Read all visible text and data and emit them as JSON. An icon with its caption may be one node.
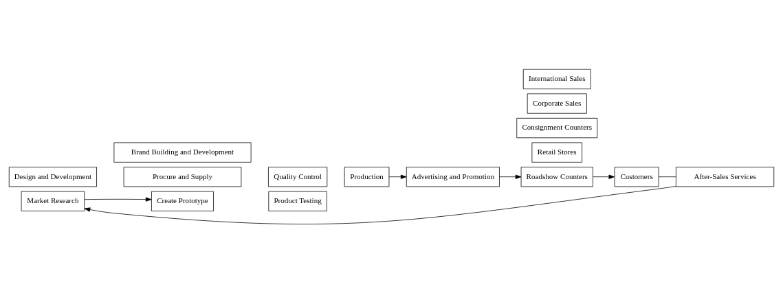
{
  "diagram": {
    "nodes": [
      {
        "text": [
          "Design and Development"
        ]
      },
      {
        "text": [
          "Market Research"
        ]
      },
      {
        "text": [
          "Procure and Supply"
        ]
      },
      {
        "text": [
          "Create Prototype"
        ]
      },
      {
        "text": [
          "Quality Control"
        ]
      },
      {
        "text": [
          "Product Testing"
        ]
      },
      {
        "text": [
          "Production"
        ]
      },
      {
        "text": [
          "Advertising and Promotion"
        ]
      },
      {
        "text": [
          "Retail Stores"
        ]
      },
      {
        "text": [
          "Consignment Counters"
        ]
      },
      {
        "text": [
          "Roadshow Counters"
        ]
      },
      {
        "text": [
          "Corporate Sales"
        ]
      },
      {
        "text": [
          "International Sales"
        ]
      },
      {
        "text": [
          "Customers"
        ]
      },
      {
        "text": [
          "Brand Building and Development"
        ]
      },
      {
        "text": [
          "After-Sales Services"
        ]
      }
    ],
    "edges": [
      {
        "from": 1,
        "to": 3,
        "arrow": "to"
      },
      {
        "from": 6,
        "to": 7,
        "arrow": "to"
      },
      {
        "from": 7,
        "to": 10,
        "arrow": "to"
      },
      {
        "from": 10,
        "to": 13,
        "arrow": "to"
      },
      {
        "from": 13,
        "to": 15,
        "arrow": "none"
      },
      {
        "from": 15,
        "to": 1,
        "arrow": "to"
      }
    ]
  }
}
